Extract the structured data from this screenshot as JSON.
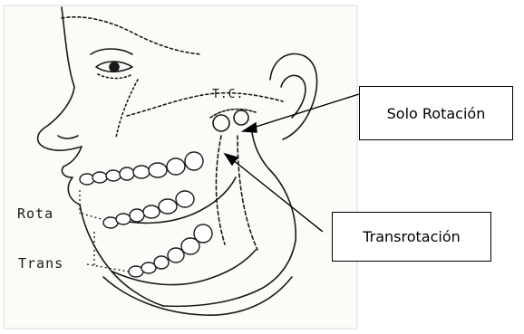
{
  "figure": {
    "callouts": [
      {
        "text": "Solo Rotación"
      },
      {
        "text": "Transrotación"
      }
    ],
    "handwritten_labels": {
      "rota": "Rota",
      "trans": "Trans",
      "tc": "T.C."
    },
    "colors": {
      "ink": "#1a1a1a",
      "paper": "#fbfbf8",
      "callout_border": "#000000"
    }
  }
}
